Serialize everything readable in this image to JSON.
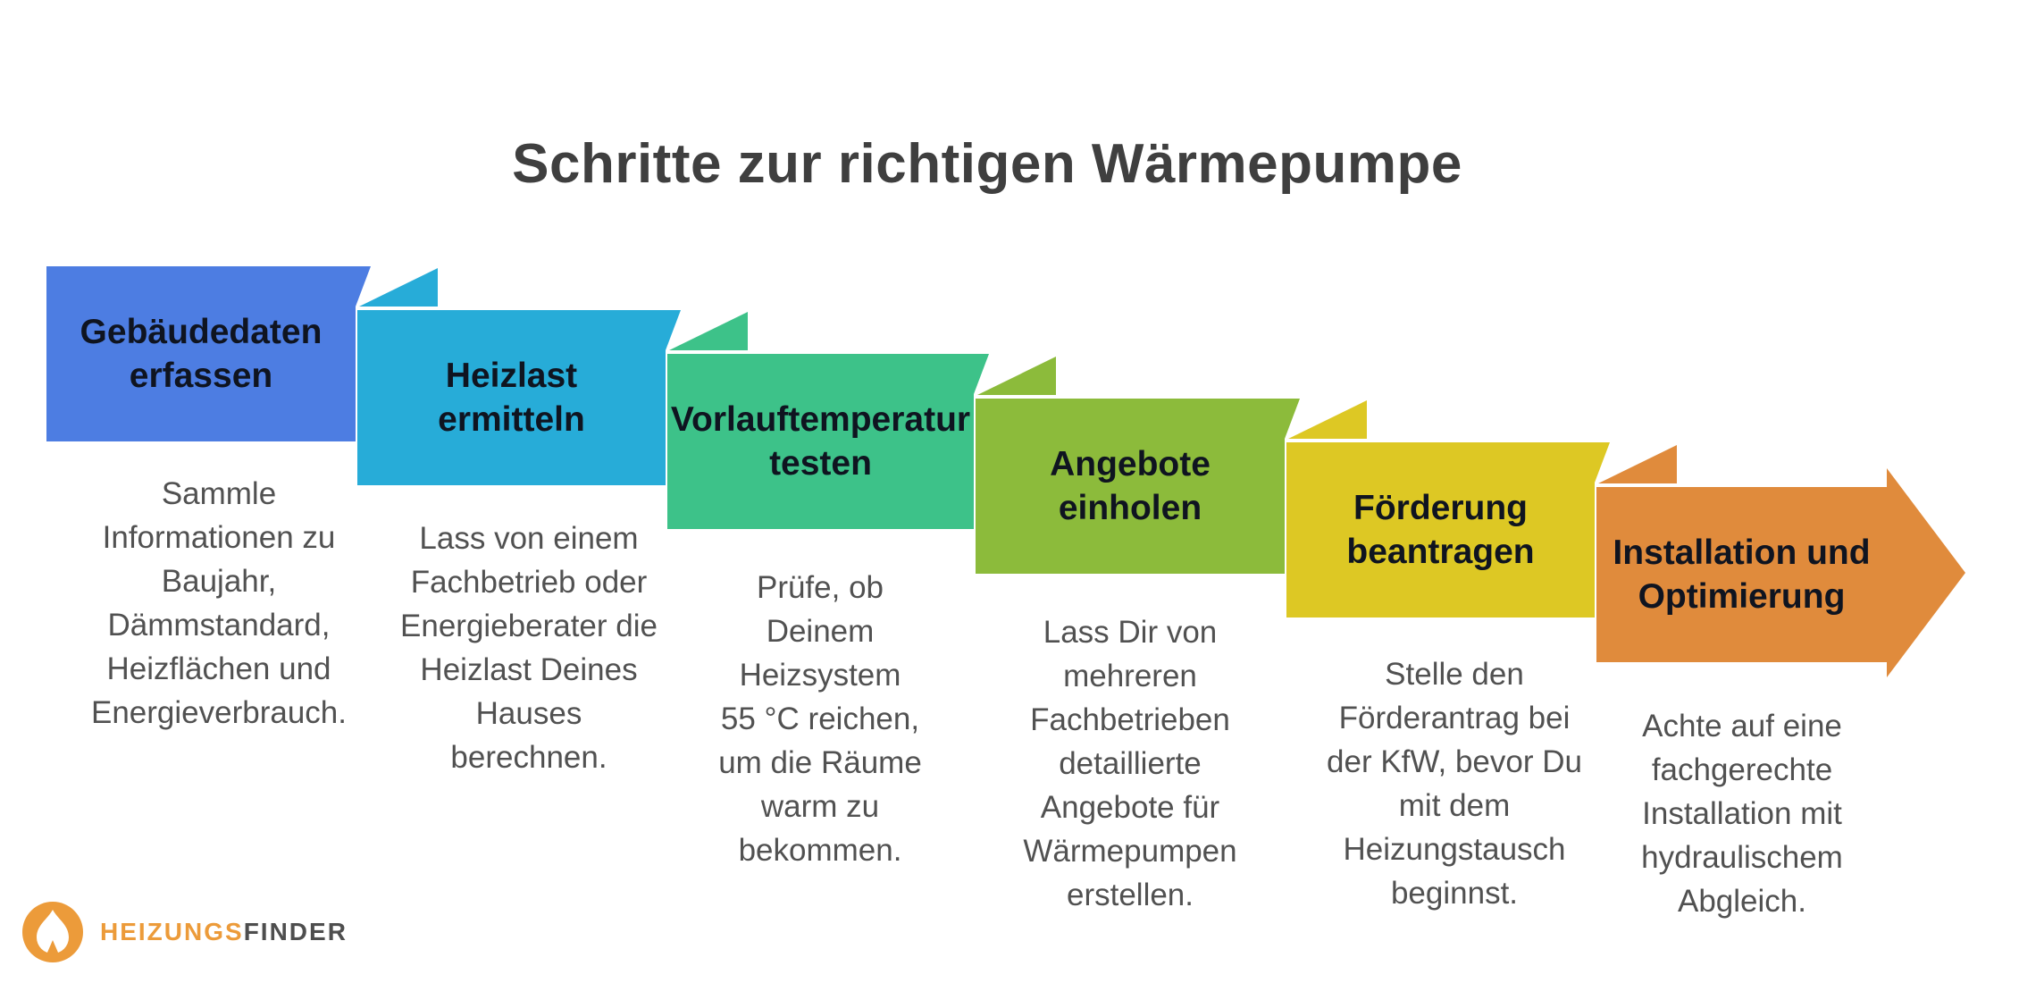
{
  "title": "Schritte zur richtigen Wärmepumpe",
  "steps": [
    {
      "label": "Gebäudedaten\nerfassen",
      "description": "Sammle\nInformationen zu\nBaujahr,\nDämmstandard,\nHeizflächen und\nEnergieverbrauch.",
      "color": "#4d7de2"
    },
    {
      "label": "Heizlast\nermitteln",
      "description": "Lass von einem\nFachbetrieb oder\nEnergieberater die\nHeizlast Deines\nHauses\nberechnen.",
      "color": "#27acd8"
    },
    {
      "label": "Vorlauftemperatur\ntesten",
      "description": "Prüfe, ob\nDeinem\nHeizsystem\n55 °C reichen,\num die Räume\nwarm zu\nbekommen.",
      "color": "#3dc289"
    },
    {
      "label": "Angebote\neinholen",
      "description": "Lass Dir von\nmehreren\nFachbetrieben\ndetaillierte\nAngebote für\nWärmepumpen\nerstellen.",
      "color": "#8cbb3b"
    },
    {
      "label": "Förderung\nbeantragen",
      "description": "Stelle den\nFörderantrag bei\nder KfW, bevor Du\nmit dem\nHeizungstausch\nbeginnst.",
      "color": "#ddc824"
    },
    {
      "label": "Installation und\nOptimierung",
      "description": "Achte auf eine\nfachgerechte\nInstallation mit\nhydraulischem\nAbgleich.",
      "color": "#e08b3c"
    }
  ],
  "logo": {
    "primary": "HEIZUNGS",
    "secondary": "FINDER"
  },
  "theme": {
    "background": "#ffffff",
    "accent": "#ec9b3a",
    "title_color": "#3f3f3f",
    "step_label_color": "#0f1420",
    "description_color": "#515151",
    "logo_dark": "#4e4e4e"
  }
}
